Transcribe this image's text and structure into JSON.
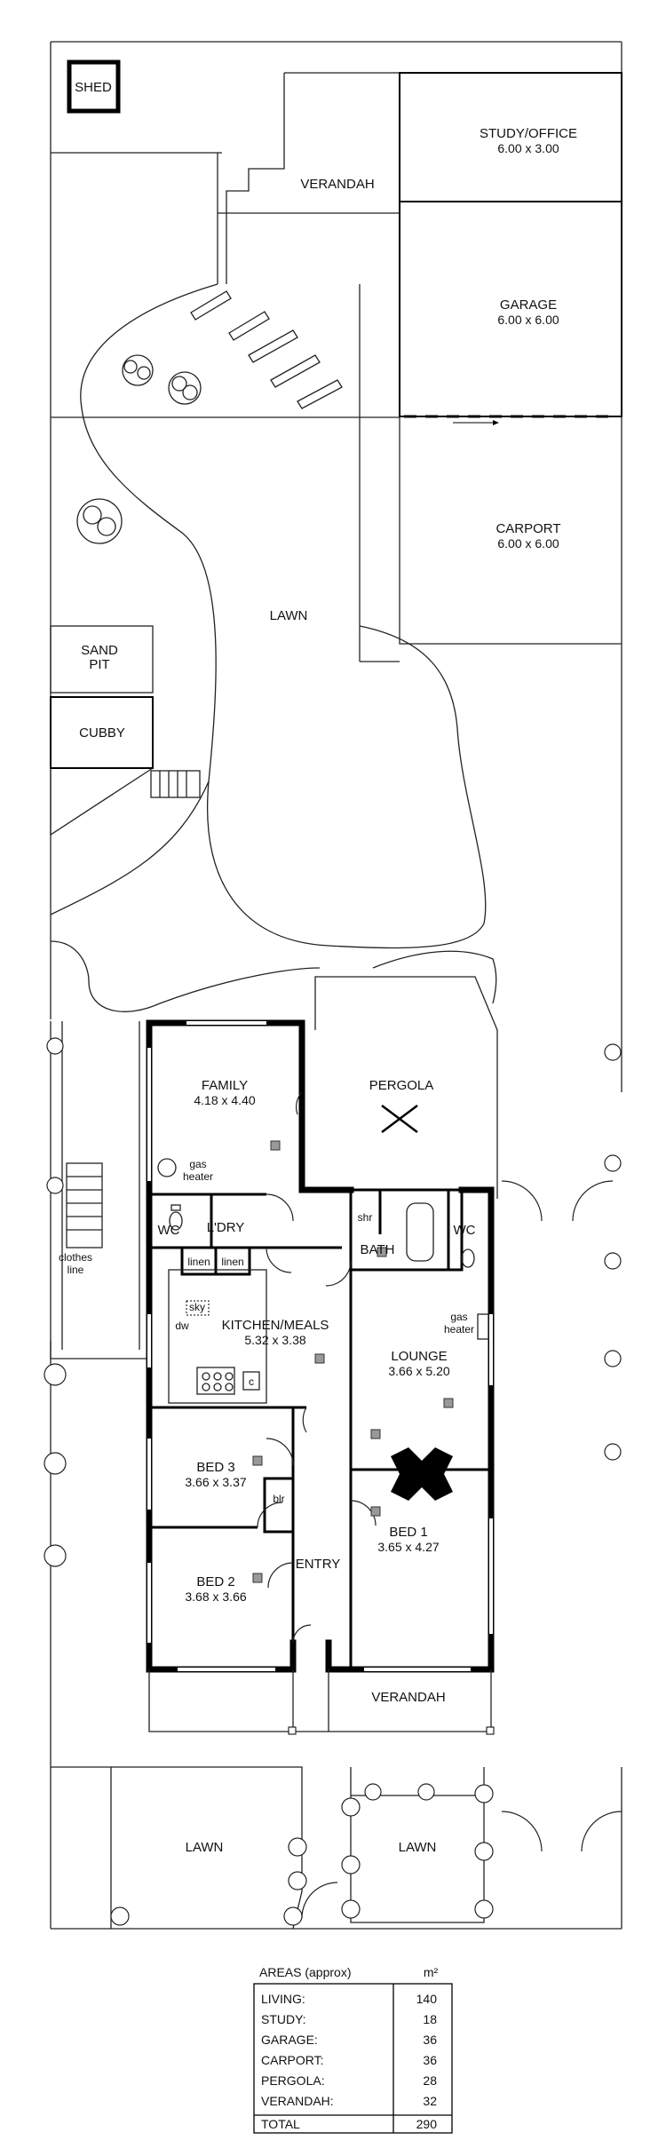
{
  "rooms": {
    "shed": "SHED",
    "study": "STUDY/OFFICE",
    "study_dim": "6.00 x 3.00",
    "verandah_rear": "VERANDAH",
    "garage": "GARAGE",
    "garage_dim": "6.00 x 6.00",
    "carport": "CARPORT",
    "carport_dim": "6.00 x 6.00",
    "lawn_rear": "LAWN",
    "sandpit_1": "SAND",
    "sandpit_2": "PIT",
    "cubby": "CUBBY",
    "pergola": "PERGOLA",
    "family": "FAMILY",
    "family_dim": "4.18 x 4.40",
    "gas_heater_family_1": "gas",
    "gas_heater_family_2": "heater",
    "wc_left": "WC",
    "laundry": "L'DRY",
    "linen_1": "linen",
    "linen_2": "linen",
    "shr": "shr",
    "bath": "BATH",
    "wc_right": "WC",
    "clothes_line_1": "clothes",
    "clothes_line_2": "line",
    "sky": "sky",
    "dw": "dw",
    "kitchen": "KITCHEN/MEALS",
    "kitchen_dim": "5.32 x 3.38",
    "c": "c",
    "gas_heater_lounge_1": "gas",
    "gas_heater_lounge_2": "heater",
    "lounge": "LOUNGE",
    "lounge_dim": "3.66 x 5.20",
    "bed3": "BED 3",
    "bed3_dim": "3.66 x 3.37",
    "blr": "blr",
    "bed1": "BED 1",
    "bed1_dim": "3.65 x 4.27",
    "bed2": "BED 2",
    "bed2_dim": "3.68 x 3.66",
    "entry": "ENTRY",
    "verandah_front": "VERANDAH",
    "lawn_front_left": "LAWN",
    "lawn_front_right": "LAWN"
  },
  "areas": {
    "title": "AREAS (approx)",
    "unit": "m²",
    "rows": [
      {
        "label": "LIVING:",
        "value": "140"
      },
      {
        "label": "STUDY:",
        "value": "18"
      },
      {
        "label": "GARAGE:",
        "value": "36"
      },
      {
        "label": "CARPORT:",
        "value": "36"
      },
      {
        "label": "PERGOLA:",
        "value": "28"
      },
      {
        "label": "VERANDAH:",
        "value": "32"
      }
    ],
    "total_label": "TOTAL",
    "total_value": "290"
  }
}
